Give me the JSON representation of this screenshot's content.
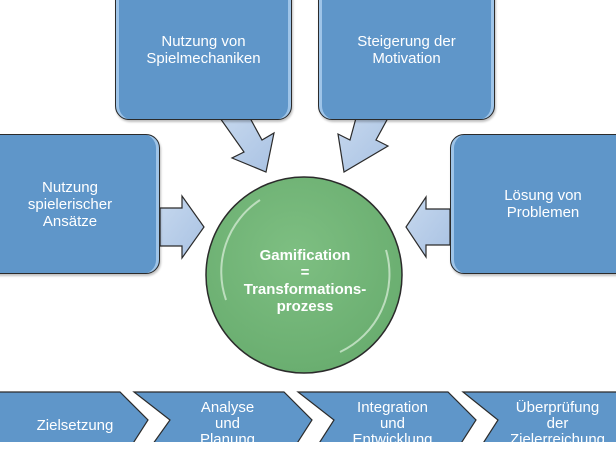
{
  "diagram": {
    "top_boxes": [
      {
        "label": "Nutzung von\nSpielmechaniken"
      },
      {
        "label": "Steigerung der\nMotivation"
      }
    ],
    "side_boxes": [
      {
        "label": "Nutzung\nspielerischer\nAnsätze"
      },
      {
        "label": "Lösung von\nProblemen"
      }
    ],
    "center": {
      "label": "Gamification\n=\nTransformations-\nprozess"
    },
    "process_steps": [
      {
        "label": "Zielsetzung"
      },
      {
        "label": "Analyse\nund\nPlanung"
      },
      {
        "label": "Integration\nund\nEntwicklung"
      },
      {
        "label": "Überprüfung\nder\nZielerreichung"
      }
    ],
    "colors": {
      "box_fill": "#5f96c9",
      "arrow_fill": "#b7cde8",
      "center_fill": "#75b87a",
      "outline": "#2b2b2b"
    }
  }
}
